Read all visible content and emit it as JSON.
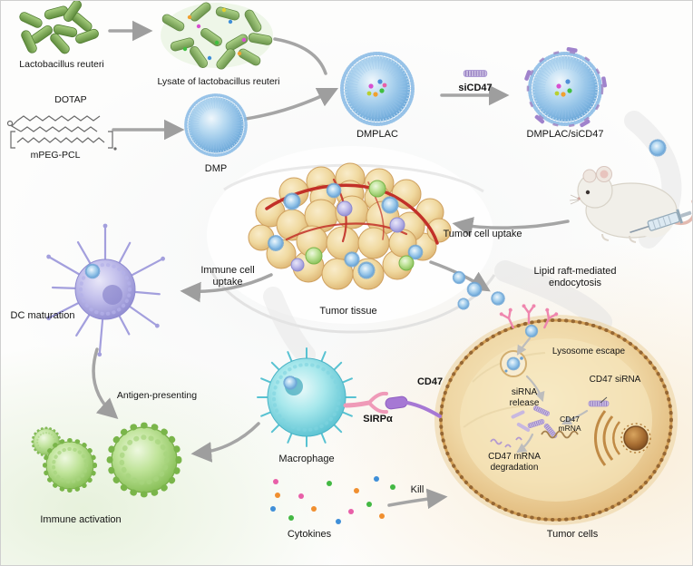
{
  "diagram": {
    "top_row": {
      "lactobacillus": "Lactobacillus reuteri",
      "lysate": "Lysate of lactobacillus reuteri",
      "dotap": "DOTAP",
      "mpeg_pcl": "mPEG-PCL",
      "dmp": "DMP",
      "dmplac": "DMPLAC",
      "sicd47": "siCD47",
      "dmplac_sicd47": "DMPLAC/siCD47"
    },
    "middle": {
      "tumor_tissue": "Tumor tissue",
      "tumor_cell_uptake": "Tumor cell uptake",
      "immune_cell_uptake": "Immune cell uptake",
      "lipid_raft": "Lipid raft-mediated endocytosis"
    },
    "immune": {
      "dc_maturation": "DC maturation",
      "antigen_presenting": "Antigen-presenting",
      "immune_activation": "Immune activation",
      "macrophage": "Macrophage",
      "sirpa": "SIRPα",
      "cd47": "CD47",
      "cytokines": "Cytokines",
      "kill": "Kill"
    },
    "tumor_cell": {
      "lysosome_escape": "Lysosome escape",
      "sirna_release": "siRNA release",
      "cd47_sirna": "CD47 siRNA",
      "cd47_mrna": "CD47 mRNA",
      "cd47_mrna_degradation": "CD47 mRNA degradation",
      "tumor_cells": "Tumor cells"
    },
    "colors": {
      "bacteria_green": "#6f9e4f",
      "nanoparticle_blue": "#8fc0e6",
      "sirna_purple": "#9b7fc0",
      "tumor_tan": "#e0b97a",
      "macrophage_teal": "#5fc8d8",
      "dc_lavender": "#9e9ad8",
      "immune_green": "#8cc860",
      "vessel_red": "#c23028",
      "sirpa_pink": "#ef86ae",
      "cd47_purple": "#a678d4",
      "arrow_gray": "#a5a5a5"
    }
  }
}
